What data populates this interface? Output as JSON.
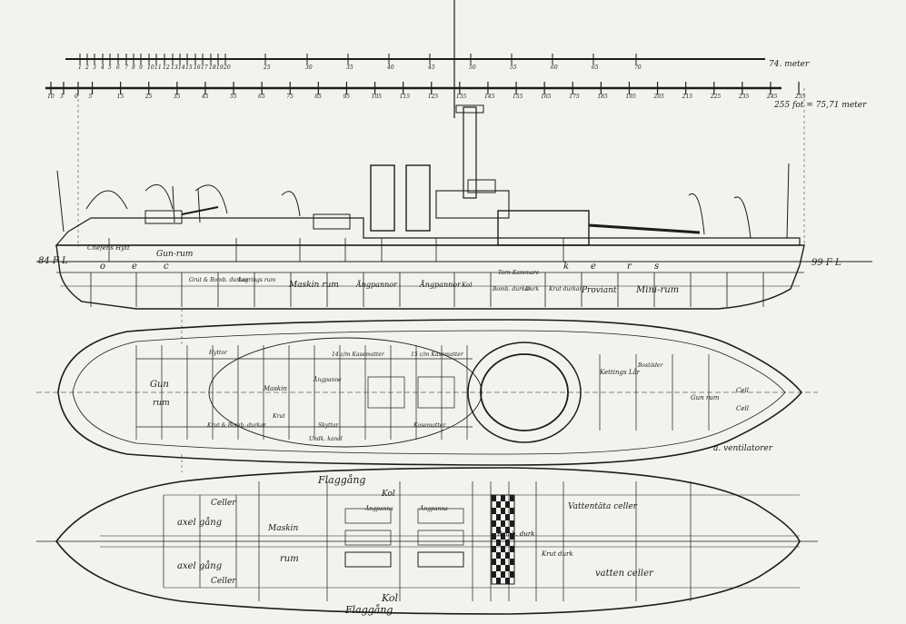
{
  "scales": {
    "top": {
      "ticks": [
        "1",
        "2",
        "3",
        "4",
        "5",
        "6",
        "7",
        "8",
        "9",
        "10",
        "11",
        "12",
        "13",
        "14",
        "15",
        "16",
        "17",
        "18",
        "19",
        "20",
        "25",
        "30",
        "35",
        "40",
        "45",
        "50",
        "55",
        "60",
        "65",
        "70"
      ],
      "unit_label": "74. meter"
    },
    "bottom": {
      "ticks": [
        "10",
        "3",
        "0",
        "5",
        "15",
        "25",
        "35",
        "45",
        "55",
        "65",
        "75",
        "85",
        "95",
        "105",
        "115",
        "125",
        "135",
        "145",
        "155",
        "165",
        "175",
        "185",
        "195",
        "205",
        "215",
        "225",
        "235",
        "245",
        "255"
      ],
      "unit_label": "255 fot = 75,71 meter"
    }
  },
  "profile": {
    "frame_left": "84 F L",
    "frame_right": "99 F L",
    "deck_word_letters": [
      "o",
      "e",
      "c",
      "k",
      "e",
      "r",
      "s"
    ],
    "rooms_upper": [
      "Chefens Hytt",
      "Gun-rum"
    ],
    "rooms_lower": [
      "Grut & Bomb. durkar",
      "Lagrings rum",
      "Maskin rum",
      "Ångpannor",
      "Ångpannor",
      "Kol",
      "Torn-Kammare",
      "Bomb. durkar",
      "Durk",
      "Krut durkar",
      "Proviant",
      "Mini-rum"
    ]
  },
  "deck_plan": {
    "labels": [
      "Gun",
      "rum",
      "Maskin",
      "Krut & Bomb. durkar",
      "Krut",
      "Ångpanne",
      "Hyttor",
      "14 c/m Kasematter",
      "15 c/m Kasematter",
      "Kasematter",
      "Skyttar",
      "Undk. kanal",
      "Bostäder",
      "Kettings Lår",
      "Gun rum",
      "Cell",
      "Cell"
    ],
    "note": "a. ventilatorer"
  },
  "hold_plan": {
    "labels": [
      "Flaggång",
      "Kol",
      "Celler",
      "axel gång",
      "axel gång",
      "Celler",
      "Maskin",
      "rum",
      "Ångpanna",
      "Ångpanna",
      "Bomb. durk",
      "Krut durk",
      "Vattentäta celler",
      "Kol",
      "Flaggång",
      "vatten celler"
    ]
  },
  "colors": {
    "ink": "#1c1c1c",
    "paper": "#f3f2ee"
  }
}
